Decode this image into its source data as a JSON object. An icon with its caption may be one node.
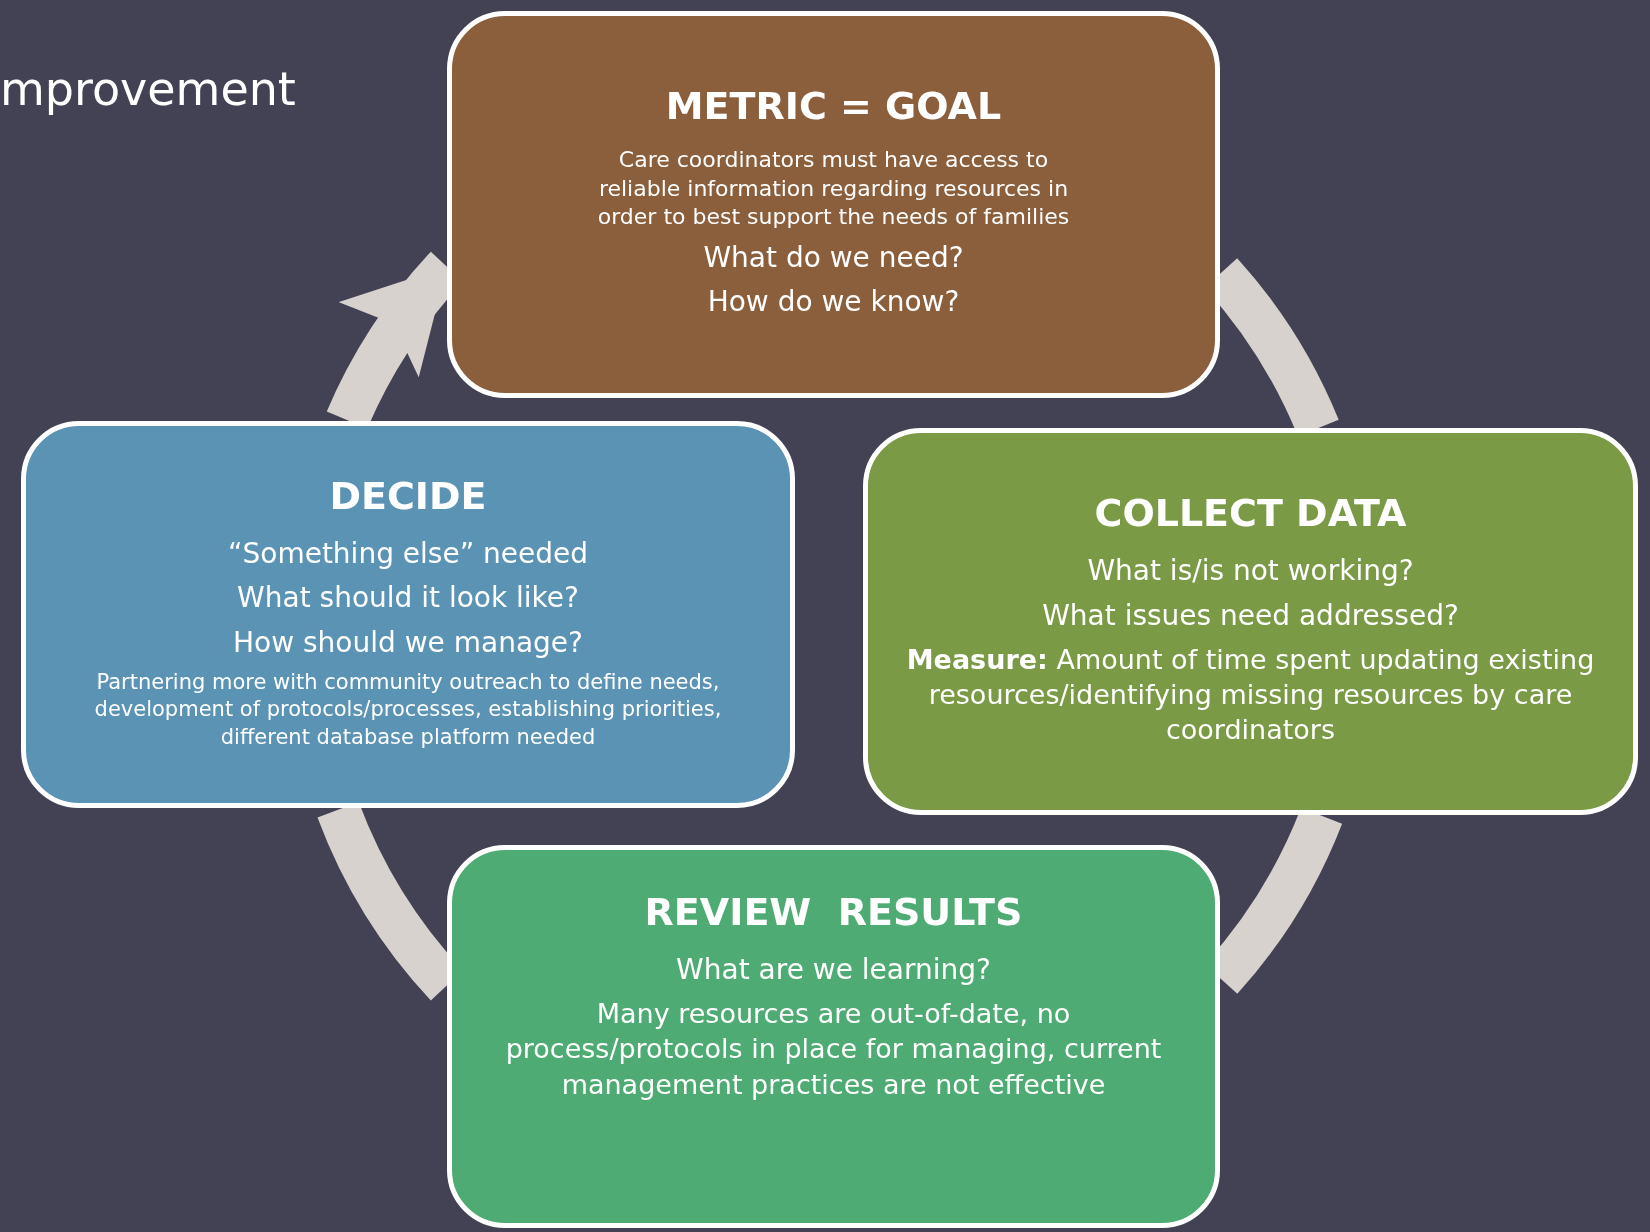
{
  "diagram": {
    "title": "mprovement",
    "nodes": [
      {
        "text": [
          "METRIC = GOAL",
          "Care coordinators must have access to reliable information regarding resources in order to best support the needs of families",
          "What do we need?",
          "How do we know?"
        ]
      },
      {
        "text": [
          "DECIDE",
          "“Something else” needed",
          "What should it look like?",
          "How should we manage?",
          "Partnering more with community outreach to define needs, development of protocols/processes, establishing priorities, different database platform needed"
        ]
      },
      {
        "text": [
          "COLLECT DATA",
          "What is/is not working?",
          "What issues need addressed?",
          "**Measure:** Amount of time spent updating existing resources/identifying missing resources by care coordinators"
        ]
      },
      {
        "text": [
          "REVIEW  RESULTS",
          "What are we learning?",
          "Many resources are out-of-date, no process/protocols in place for managing, current management practices are not effective"
        ]
      }
    ],
    "edges": [
      {
        "from": 0,
        "to": 2,
        "arrow": "none"
      },
      {
        "from": 2,
        "to": 3,
        "arrow": "none"
      },
      {
        "from": 3,
        "to": 1,
        "arrow": "none"
      },
      {
        "from": 1,
        "to": 0,
        "arrow": "to"
      }
    ]
  }
}
